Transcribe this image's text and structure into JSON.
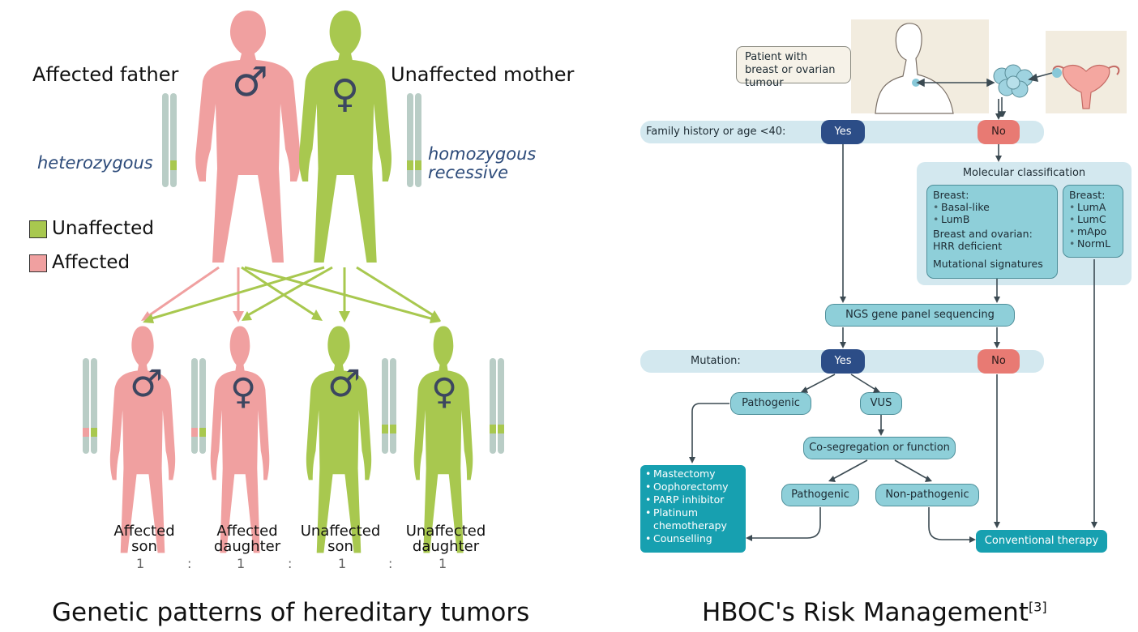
{
  "left": {
    "caption": "Genetic patterns of hereditary tumors",
    "father_label": "Affected father",
    "mother_label": "Unaffected mother",
    "father_geno": "heterozygous",
    "mother_geno": "homozygous recessive",
    "legend": [
      {
        "label": "Unaffected",
        "color": "#a8c84f"
      },
      {
        "label": "Affected",
        "color": "#f0a0a0"
      }
    ],
    "children": [
      {
        "label": "Affected son",
        "ratio": "1"
      },
      {
        "label": "Affected daughter",
        "ratio": "1"
      },
      {
        "label": "Unaffected son",
        "ratio": "1"
      },
      {
        "label": "Unaffected daughter",
        "ratio": "1"
      }
    ],
    "ratio_sep": ":",
    "male_symbol": "♂",
    "female_symbol": "♀",
    "colors": {
      "affected": "#f0a0a0",
      "unaffected": "#a8c84f",
      "chrom": "#b9cdc6",
      "symbol": "#3c4660"
    }
  },
  "right": {
    "caption": "HBOC's Risk Management",
    "caption_ref": "[3]",
    "patient": "Patient with breast or ovarian tumour",
    "family_row": {
      "label": "Family history or age <40:",
      "yes": "Yes",
      "no": "No"
    },
    "molecular": {
      "title": "Molecular classification",
      "left_box": {
        "breast_title": "Breast:",
        "breast_items": [
          "Basal-like",
          "LumB"
        ],
        "bo_title": "Breast and ovarian:",
        "bo_sub": "HRR deficient",
        "mut": "Mutational signatures"
      },
      "right_box": {
        "title": "Breast:",
        "items": [
          "LumA",
          "LumC",
          "mApo",
          "NormL"
        ]
      }
    },
    "ngs": "NGS gene panel sequencing",
    "mutation_row": {
      "label": "Mutation:",
      "yes": "Yes",
      "no": "No"
    },
    "pathogenic": "Pathogenic",
    "vus": "VUS",
    "coseg": "Co-segregation or function",
    "pathogenic2": "Pathogenic",
    "nonpath": "Non-pathogenic",
    "interventions": [
      "Mastectomy",
      "Oophorectomy",
      "PARP inhibitor",
      "Platinum chemotherapy",
      "Counselling"
    ],
    "conventional": "Conventional therapy",
    "colors": {
      "yes": "#2c4d87",
      "no": "#e87a73",
      "pill": "#8ecfd9",
      "band": "#d3e8ef",
      "dark": "#17a0b0"
    }
  }
}
